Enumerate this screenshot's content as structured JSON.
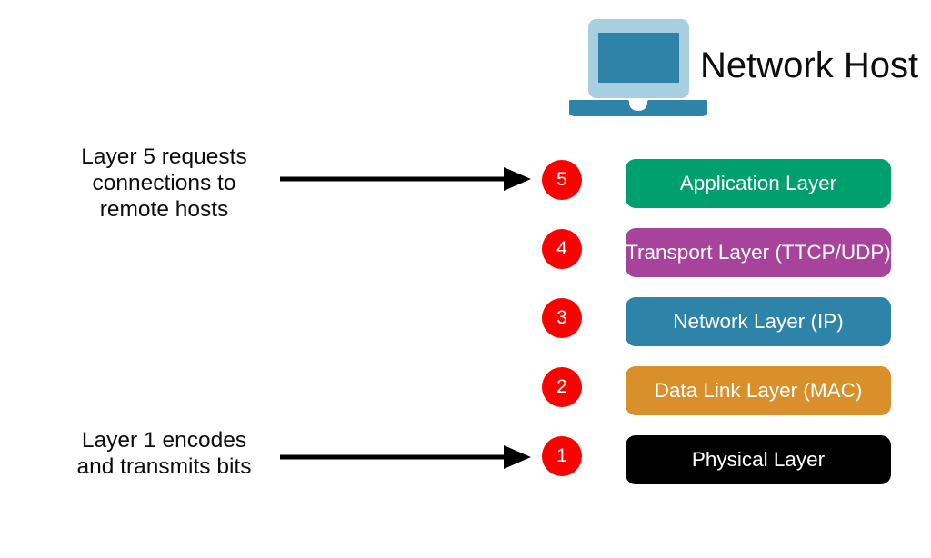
{
  "host": {
    "title": "Network Host",
    "icon_name": "laptop-icon",
    "icon_body_color": "#a7cfdf",
    "icon_screen_color": "#2e83a8",
    "icon_base_color": "#2e83a8"
  },
  "annotations": [
    {
      "id": "layer5-note",
      "text": "Layer 5 requests\nconnections to\nremote hosts",
      "arrow_name": "arrow-to-layer-5"
    },
    {
      "id": "layer1-note",
      "text": "Layer 1 encodes\nand transmits bits",
      "arrow_name": "arrow-to-layer-1"
    }
  ],
  "badge_color": "#fd0000",
  "badge_text_color": "#ffffff",
  "layers": [
    {
      "number": "5",
      "label": "Application Layer",
      "color": "#00a06e"
    },
    {
      "number": "4",
      "label": "Transport Layer (TTCP/UDP)",
      "color": "#a8439c"
    },
    {
      "number": "3",
      "label": "Network Layer (IP)",
      "color": "#2e83a8"
    },
    {
      "number": "2",
      "label": "Data Link Layer (MAC)",
      "color": "#d98f2a"
    },
    {
      "number": "1",
      "label": "Physical Layer",
      "color": "#000000"
    }
  ]
}
